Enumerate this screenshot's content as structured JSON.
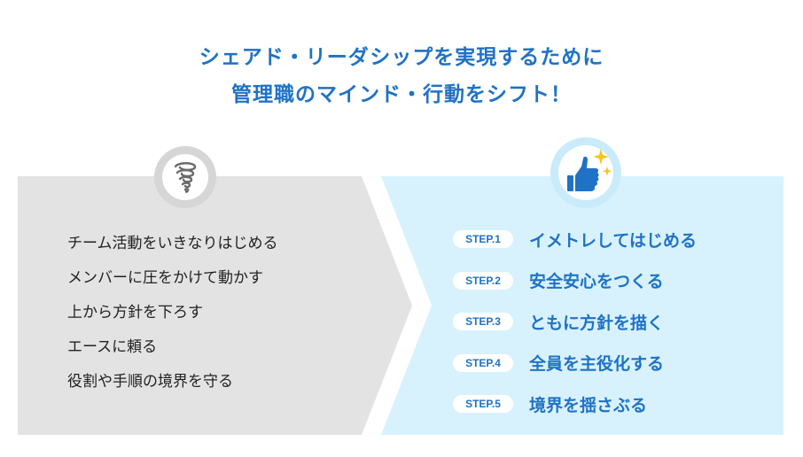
{
  "title": {
    "line1": "シェアド・リーダシップを実現するために",
    "line2": "管理職のマインド・行動をシフト！"
  },
  "left_panel": {
    "icon": "tornado-icon",
    "items": [
      "チーム活動をいきなりはじめる",
      "メンバーに圧をかけて動かす",
      "上から方針を下ろす",
      "エースに頼る",
      "役割や手順の境界を守る"
    ]
  },
  "right_panel": {
    "icon": "thumbs-up-sparkle-icon",
    "steps": [
      {
        "label": "STEP.1",
        "text": "イメトレしてはじめる"
      },
      {
        "label": "STEP.2",
        "text": "安全安心をつくる"
      },
      {
        "label": "STEP.3",
        "text": "ともに方針を描く"
      },
      {
        "label": "STEP.4",
        "text": "全員を主役化する"
      },
      {
        "label": "STEP.5",
        "text": "境界を揺さぶる"
      }
    ]
  },
  "colors": {
    "accent": "#1f72c6",
    "left_bg": "#e3e3e3",
    "right_bg": "#d8f2fd",
    "sparkle": "#f5c518"
  }
}
